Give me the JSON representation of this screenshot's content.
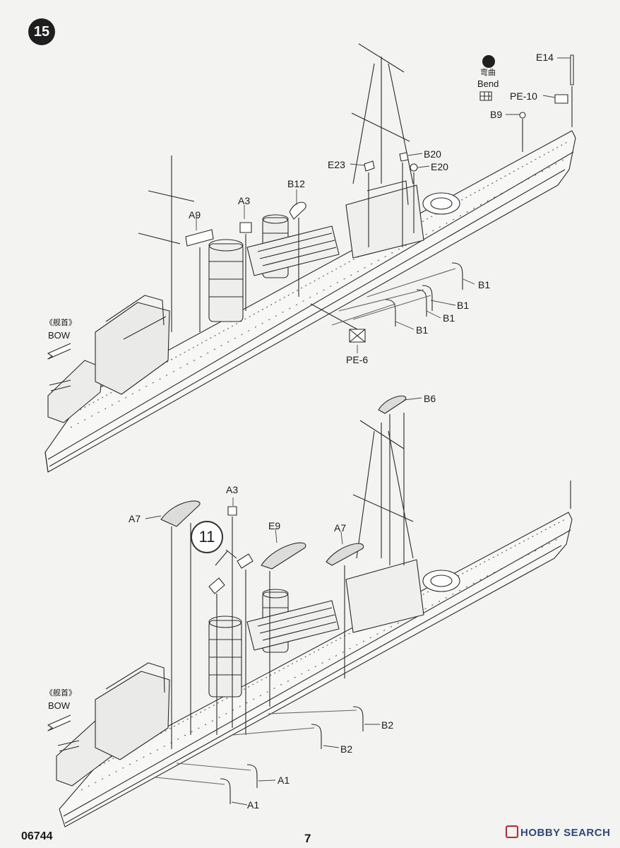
{
  "step_number": "15",
  "sub_step_ref": "11",
  "bend_note": {
    "chinese": "弯曲",
    "english": "Bend"
  },
  "bow": {
    "chinese": "《舰首》",
    "english": "BOW"
  },
  "labels_top": {
    "E14": "E14",
    "PE10": "PE-10",
    "B9": "B9",
    "B20": "B20",
    "E23": "E23",
    "E20": "E20",
    "B12": "B12",
    "A3": "A3",
    "A9": "A9",
    "B1a": "B1",
    "B1b": "B1",
    "B1c": "B1",
    "B1d": "B1",
    "PE6": "PE-6"
  },
  "labels_bottom": {
    "B6": "B6",
    "A3": "A3",
    "A7a": "A7",
    "E9": "E9",
    "A7b": "A7",
    "B2a": "B2",
    "B2b": "B2",
    "A1a": "A1",
    "A1b": "A1"
  },
  "footer": {
    "kit_number": "06744",
    "page_number": "7",
    "watermark": "HOBBY SEARCH"
  }
}
